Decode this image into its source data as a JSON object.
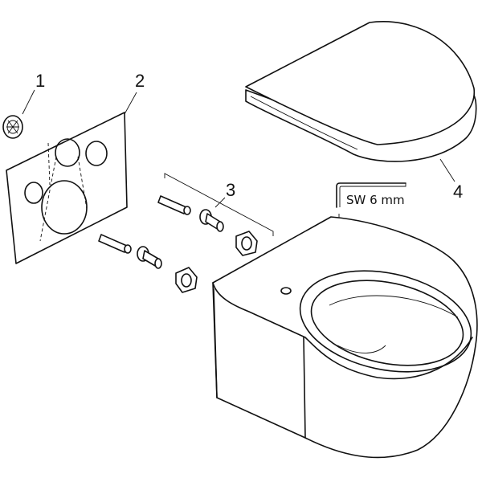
{
  "labels": {
    "part1": "1",
    "part2": "2",
    "part3": "3",
    "part4": "4"
  },
  "tool_note": "SW 6 mm",
  "colors": {
    "line": "#111111",
    "background": "#ffffff"
  }
}
